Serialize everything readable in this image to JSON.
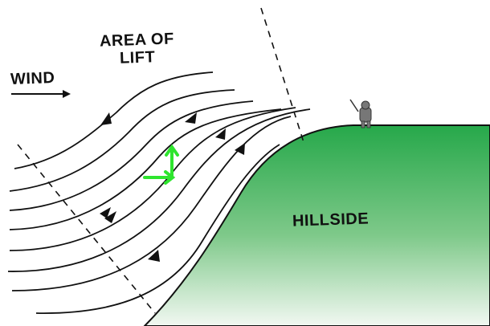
{
  "labels": {
    "area_of_lift_line1": "AREA OF",
    "area_of_lift_line2": "LIFT",
    "wind": "WIND",
    "hillside": "HILLSIDE"
  },
  "icons": {
    "wind_arrow": "arrow-right-icon",
    "paraglider_person": "person-icon",
    "lift_vector": "vector-arrows-icon"
  },
  "colors": {
    "hill_top": "#26a84a",
    "hill_bottom": "#f2f8f2",
    "lines": "#111111",
    "lift_vector": "#2ee52e"
  }
}
